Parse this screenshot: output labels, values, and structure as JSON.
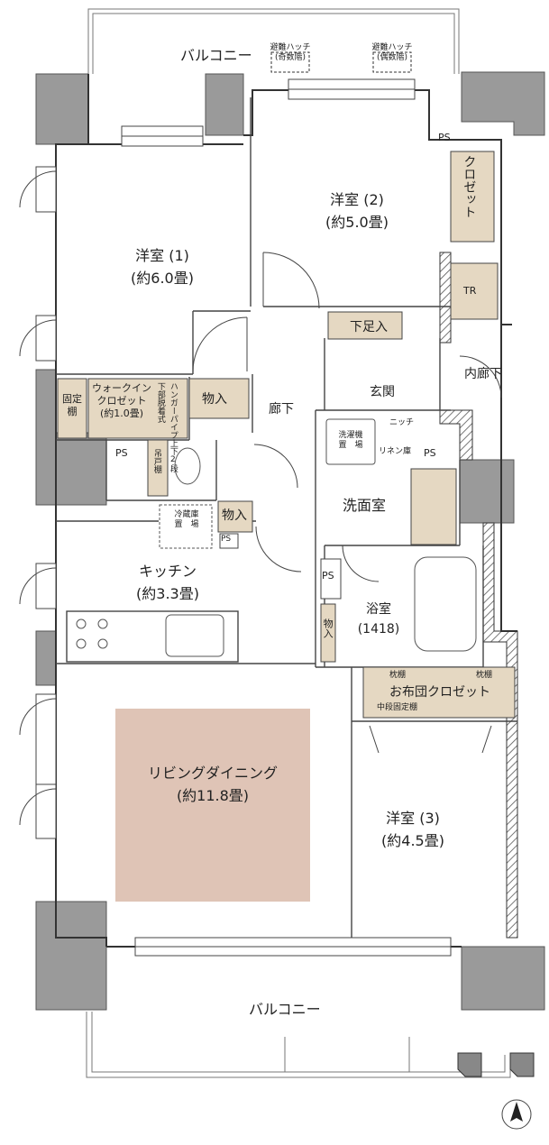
{
  "balcony_top": "バルコニー",
  "balcony_bottom": "バルコニー",
  "hatch_odd": {
    "label": "避難ハッチ",
    "sub": "(奇数階)"
  },
  "hatch_even": {
    "label": "避難ハッチ",
    "sub": "(偶数階)"
  },
  "room1": {
    "name": "洋室 (1)",
    "size": "(約6.0畳)"
  },
  "room2": {
    "name": "洋室 (2)",
    "size": "(約5.0畳)"
  },
  "room3": {
    "name": "洋室 (3)",
    "size": "(約4.5畳)"
  },
  "ldk": {
    "name": "リビングダイニング",
    "size": "(約11.8畳)"
  },
  "kitchen": {
    "name": "キッチン",
    "size": "(約3.3畳)"
  },
  "walkin": {
    "name": "ウォークイン",
    "name2": "クロゼット",
    "size": "(約1.0畳)"
  },
  "fixed_shelf": "固定棚",
  "lower_detachable": "下部脱着式",
  "hanger_pipe": "ハンガーパイプ上下2段",
  "storage": "物入",
  "corridor": "廊下",
  "inner_corridor": "内廊下",
  "entrance": "玄関",
  "shoe_box": "下足入",
  "niche": "ニッチ",
  "linen": "リネン庫",
  "ps": "PS",
  "tr": "TR",
  "closet_vertical": "クロゼット",
  "washroom": "洗面室",
  "washer": {
    "line1": "洗濯機",
    "line2": "置　場"
  },
  "bathroom": {
    "name": "浴室",
    "size": "(1418)"
  },
  "futon_closet": "お布団クロゼット",
  "pillow_shelf": "枕棚",
  "middle_shelf": "中段固定棚",
  "fridge": {
    "line1": "冷蔵庫",
    "line2": "置　場"
  },
  "toilet_cabinet": "吊戸棚"
}
